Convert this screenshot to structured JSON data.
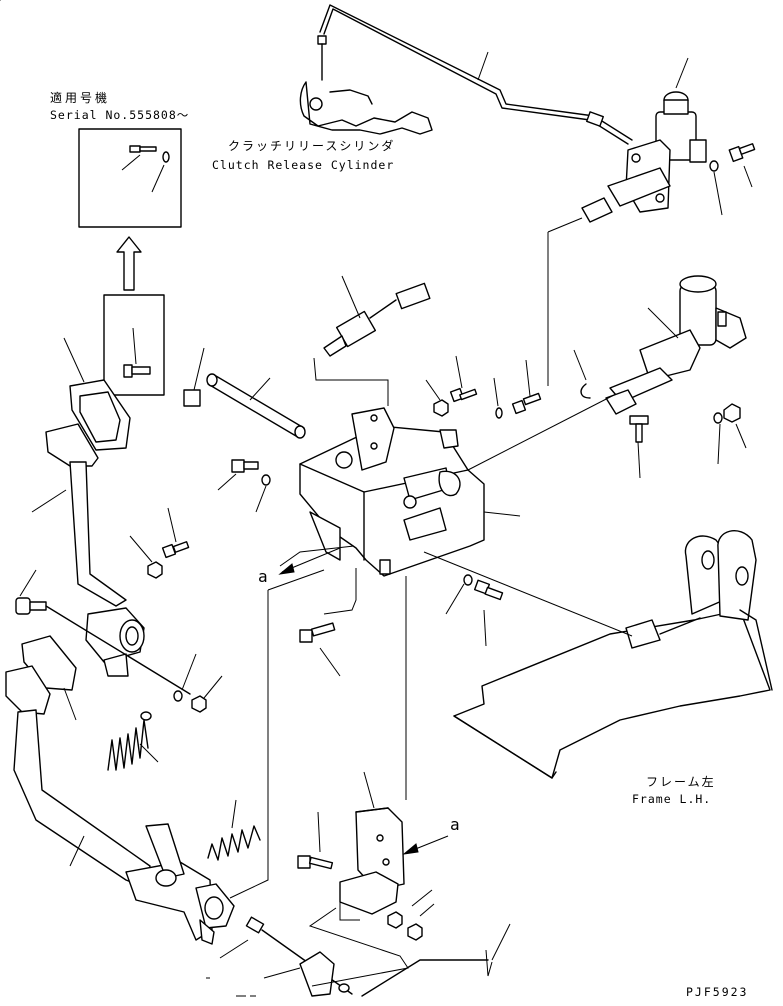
{
  "labels": {
    "applicable_jp": "適用号機",
    "serial": "Serial No.555808～",
    "clutch_jp": "クラッチリリースシリンダ",
    "clutch_en": "Clutch Release Cylinder",
    "frame_jp": "フレーム左",
    "frame_en": "Frame L.H.",
    "view_a_upper": "a",
    "view_a_lower": "a",
    "drawing_code": "PJF5923"
  }
}
